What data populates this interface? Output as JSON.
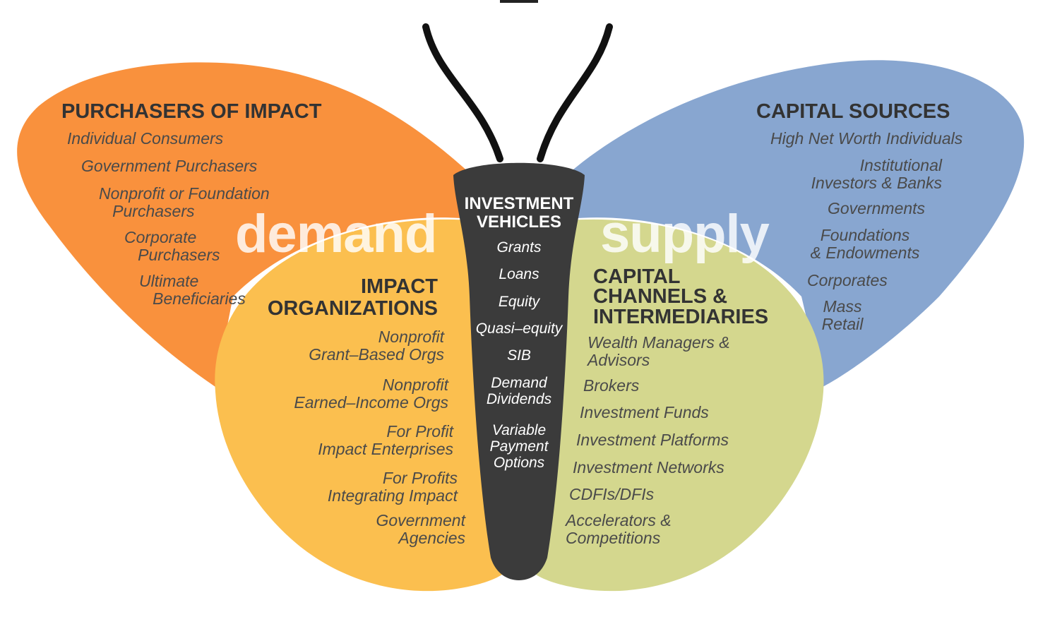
{
  "colors": {
    "orange_wing": "#F9913D",
    "yellow_wing": "#FBBF4F",
    "blue_wing": "#88A6D0",
    "green_wing": "#D4D78E",
    "body": "#3B3B3B",
    "antenna": "#111111",
    "heading_text": "#333333",
    "item_text": "#4a4a4a"
  },
  "demand_word": "demand",
  "supply_word": "supply",
  "purchasers": {
    "heading": "PURCHASERS OF IMPACT",
    "items": [
      "Individual Consumers",
      "Government Purchasers",
      "Nonprofit or Foundation\n   Purchasers",
      "Corporate\n   Purchasers",
      "Ultimate\n   Beneficiaries"
    ]
  },
  "impact_orgs": {
    "heading": "IMPACT\nORGANIZATIONS",
    "items": [
      "Nonprofit\nGrant–Based Orgs",
      "Nonprofit\nEarned–Income Orgs",
      "For Profit\nImpact Enterprises",
      "For Profits\nIntegrating Impact",
      "Government\nAgencies"
    ]
  },
  "vehicles": {
    "heading": "INVESTMENT\nVEHICLES",
    "items": [
      "Grants",
      "Loans",
      "Equity",
      "Quasi–equity",
      "SIB",
      "Demand\nDividends",
      "Variable\nPayment\nOptions"
    ]
  },
  "channels": {
    "heading": "CAPITAL\nCHANNELS &\nINTERMEDIARIES",
    "items": [
      "Wealth Managers &\nAdvisors",
      "Brokers",
      "Investment Funds",
      "Investment Platforms",
      "Investment Networks",
      "CDFIs/DFIs",
      "Accelerators &\nCompetitions"
    ]
  },
  "sources": {
    "heading": "CAPITAL SOURCES",
    "items": [
      "High Net Worth Individuals",
      "Institutional\nInvestors & Banks",
      "Governments",
      "Foundations\n& Endowments",
      "Corporates",
      "Mass\nRetail"
    ]
  }
}
